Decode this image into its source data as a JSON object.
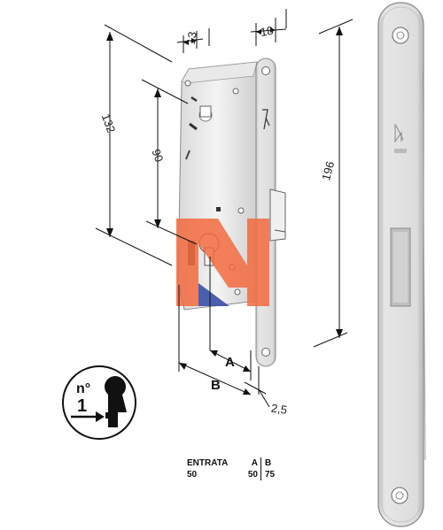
{
  "dimensions": {
    "width_13": "13",
    "width_18": "18",
    "height_132": "132",
    "height_90": "90",
    "height_196": "196",
    "label_a": "A",
    "label_b": "B",
    "offset_25": "2,5"
  },
  "key_badge": {
    "n_label": "n°",
    "number": "1"
  },
  "spec_table": {
    "header": {
      "entrata": "ENTRATA",
      "a": "A",
      "b": "B"
    },
    "row": {
      "entrata": "50",
      "a": "50",
      "b": "75"
    }
  },
  "colors": {
    "logo_orange": "#f26a3f",
    "logo_blue": "#3b4fa8"
  }
}
